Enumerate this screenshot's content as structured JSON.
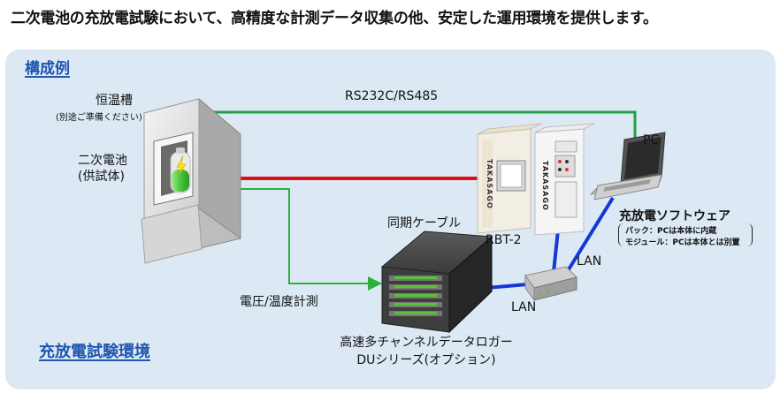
{
  "headline": "二次電池の充放電試験において、高精度な計測データ収集の他、安定した運用環境を提供します。",
  "sections": {
    "config_example": "構成例",
    "environment": "充放電試験環境"
  },
  "labels": {
    "chamber": "恒温槽",
    "chamber_note": "(別途ご準備ください)",
    "battery_line1": "二次電池",
    "battery_line2": "(供試体)",
    "serial": "RS232C/RS485",
    "pc": "PC",
    "rbt": "RBT-2",
    "sync_cable": "同期ケーブル",
    "lan_upper": "LAN",
    "lan_lower": "LAN",
    "measurement": "電圧/温度計測",
    "logger_line1": "高速多チャンネルデータロガー",
    "logger_line2": "DUシリーズ(オプション)",
    "software": "充放電ソフトウェア",
    "software_note1": "パック：PCは本体に内蔵",
    "software_note2": "モジュール：PCは本体とは別置",
    "brand": "TAKASAGO"
  },
  "colors": {
    "rs232_line": "#1ea04a",
    "power_line": "#e01010",
    "lan_line": "#1438d8",
    "measure_line": "#2fae3c",
    "title_blue": "#1f56b0",
    "panel_bg": "#dce9f5"
  }
}
